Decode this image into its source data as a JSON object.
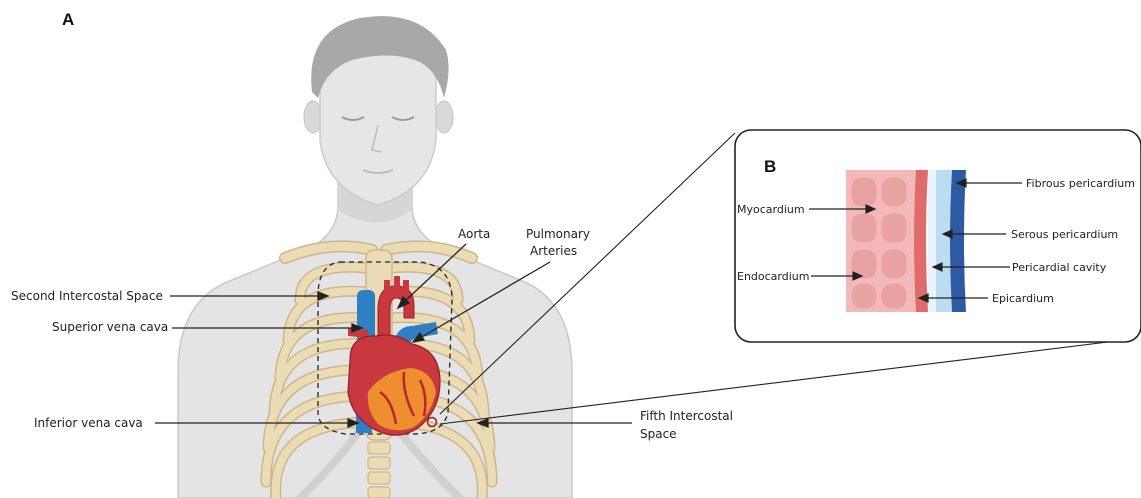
{
  "panels": {
    "a": "A",
    "b": "B"
  },
  "labels": {
    "aorta": "Aorta",
    "pulmonary_arteries_line1": "Pulmonary",
    "pulmonary_arteries_line2": "Arteries",
    "second_intercostal_space": "Second Intercostal Space",
    "superior_vena_cava": "Superior vena cava",
    "inferior_vena_cava": "Inferior vena cava",
    "fifth_intercostal_space_line1": "Fifth Intercostal",
    "fifth_intercostal_space_line2": "Space"
  },
  "inset_labels": {
    "myocardium": "Myocardium",
    "endocardium": "Endocardium",
    "fibrous_pericardium": "Fibrous pericardium",
    "serous_pericardium": "Serous pericardium",
    "pericardial_cavity": "Pericardial cavity",
    "epicardium": "Epicardium"
  },
  "colors": {
    "skin": "#e3e3e3",
    "head_hair": "#a9a9a9",
    "rib": "#ecdcb5",
    "rib_outline": "#cdb78a",
    "heart_red": "#c8383e",
    "heart_orange": "#ef8e2e",
    "vessel_blue": "#2f7fc4",
    "myocardium_pink": "#f3b9b9",
    "epicardium_red": "#df6b6b",
    "serous_light_blue": "#bcdcf2",
    "fibrous_dark_blue": "#2d5aa3"
  }
}
